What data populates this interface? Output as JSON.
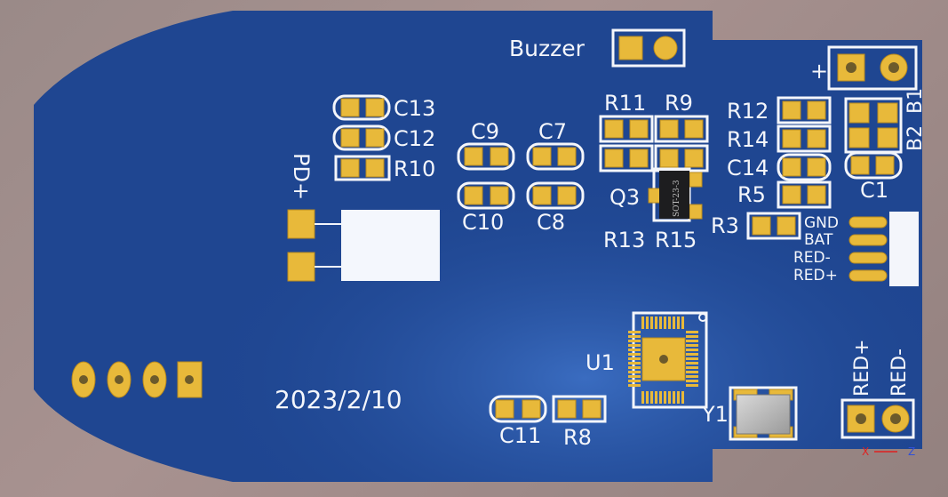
{
  "board": {
    "date_text": "2023/2/10",
    "colors": {
      "mask": "#1e4590",
      "mask_dark": "#163a7e",
      "copper": "#e8b93a",
      "silk": "#f4f6fb"
    }
  },
  "labels": {
    "buzzer": "Buzzer",
    "plus": "+",
    "b1": "B1",
    "b2": "B2",
    "c13": "C13",
    "c12": "C12",
    "r10": "R10",
    "c9": "C9",
    "c7": "C7",
    "c10": "C10",
    "c8": "C8",
    "r11": "R11",
    "r9": "R9",
    "q3": "Q3",
    "r13": "R13",
    "r15": "R15",
    "r12": "R12",
    "r14": "R14",
    "c14": "C14",
    "r5": "R5",
    "c1": "C1",
    "r3": "R3",
    "pd_plus": "PD+",
    "gnd": "GND",
    "bat": "BAT",
    "red_minus": "RED-",
    "red_plus": "RED+",
    "u1": "U1",
    "y1": "Y1",
    "c11": "C11",
    "r8": "R8",
    "red_plus_v": "RED+",
    "red_minus_v": "RED-",
    "sot_marking": "SOT-23-3"
  },
  "axes": {
    "x": "X",
    "z": "Z"
  }
}
